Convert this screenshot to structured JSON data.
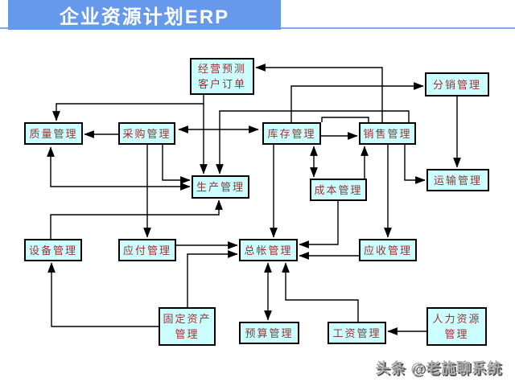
{
  "header": {
    "title": "企业资源计划ERP"
  },
  "watermark": {
    "text": "头条 @老施聊系统"
  },
  "colors": {
    "header_bg": "#6699EB",
    "header_text": "#FFFFFF",
    "header_underline": "#7FA8EF",
    "node_fill": "#CCFFFF",
    "node_border": "#000000",
    "node_text": "#993333",
    "connector": "#000000",
    "watermark": "#ABABAB"
  },
  "diagram": {
    "nodes": [
      {
        "id": "forecast",
        "lines": [
          "经营预测",
          "客户订单"
        ]
      },
      {
        "id": "distribution",
        "lines": [
          "分销管理"
        ]
      },
      {
        "id": "quality",
        "lines": [
          "质量管理"
        ]
      },
      {
        "id": "procurement",
        "lines": [
          "采购管理"
        ]
      },
      {
        "id": "inventory",
        "lines": [
          "库存管理"
        ]
      },
      {
        "id": "sales",
        "lines": [
          "销售管理"
        ]
      },
      {
        "id": "production",
        "lines": [
          "生产管理"
        ]
      },
      {
        "id": "cost",
        "lines": [
          "成本管理"
        ]
      },
      {
        "id": "transport",
        "lines": [
          "运输管理"
        ]
      },
      {
        "id": "equipment",
        "lines": [
          "设备管理"
        ]
      },
      {
        "id": "payable",
        "lines": [
          "应付管理"
        ]
      },
      {
        "id": "ledger",
        "lines": [
          "总帐管理"
        ]
      },
      {
        "id": "receivable",
        "lines": [
          "应收管理"
        ]
      },
      {
        "id": "fixed_assets",
        "lines": [
          "固定资产",
          "管理"
        ]
      },
      {
        "id": "budget",
        "lines": [
          "预算管理"
        ]
      },
      {
        "id": "payroll",
        "lines": [
          "工资管理"
        ]
      },
      {
        "id": "hr",
        "lines": [
          "人力资源",
          "管理"
        ]
      }
    ],
    "edges": [
      {
        "from": "sales",
        "to": "forecast",
        "type": "arrow"
      },
      {
        "from": "forecast",
        "to": "production",
        "type": "arrow"
      },
      {
        "from": "forecast",
        "to": "quality",
        "type": "arrow"
      },
      {
        "from": "sales",
        "to": "production",
        "type": "arrow"
      },
      {
        "from": "sales",
        "to": "inventory",
        "type": "line"
      },
      {
        "from": "inventory",
        "to": "distribution",
        "type": "arrow"
      },
      {
        "from": "procurement",
        "to": "inventory",
        "type": "double"
      },
      {
        "from": "procurement",
        "to": "quality",
        "type": "arrow"
      },
      {
        "from": "inventory",
        "to": "sales",
        "type": "arrow"
      },
      {
        "from": "quality",
        "to": "production",
        "type": "double"
      },
      {
        "from": "procurement",
        "to": "production",
        "type": "arrow"
      },
      {
        "from": "procurement",
        "to": "payable",
        "type": "arrow"
      },
      {
        "from": "equipment",
        "to": "production",
        "type": "arrow"
      },
      {
        "from": "inventory",
        "to": "cost",
        "type": "double"
      },
      {
        "from": "cost",
        "to": "sales",
        "type": "arrow"
      },
      {
        "from": "sales",
        "to": "transport",
        "type": "arrow"
      },
      {
        "from": "distribution",
        "to": "transport",
        "type": "arrow"
      },
      {
        "from": "sales",
        "to": "receivable",
        "type": "arrow"
      },
      {
        "from": "inventory",
        "to": "ledger",
        "type": "arrow"
      },
      {
        "from": "cost",
        "to": "ledger",
        "type": "arrow"
      },
      {
        "from": "receivable",
        "to": "ledger",
        "type": "arrow"
      },
      {
        "from": "payable",
        "to": "ledger",
        "type": "arrow"
      },
      {
        "from": "fixed_assets",
        "to": "ledger",
        "type": "arrow"
      },
      {
        "from": "fixed_assets",
        "to": "equipment",
        "type": "arrow"
      },
      {
        "from": "ledger",
        "to": "budget",
        "type": "double"
      },
      {
        "from": "payroll",
        "to": "ledger",
        "type": "arrow"
      },
      {
        "from": "hr",
        "to": "payroll",
        "type": "arrow"
      }
    ]
  }
}
